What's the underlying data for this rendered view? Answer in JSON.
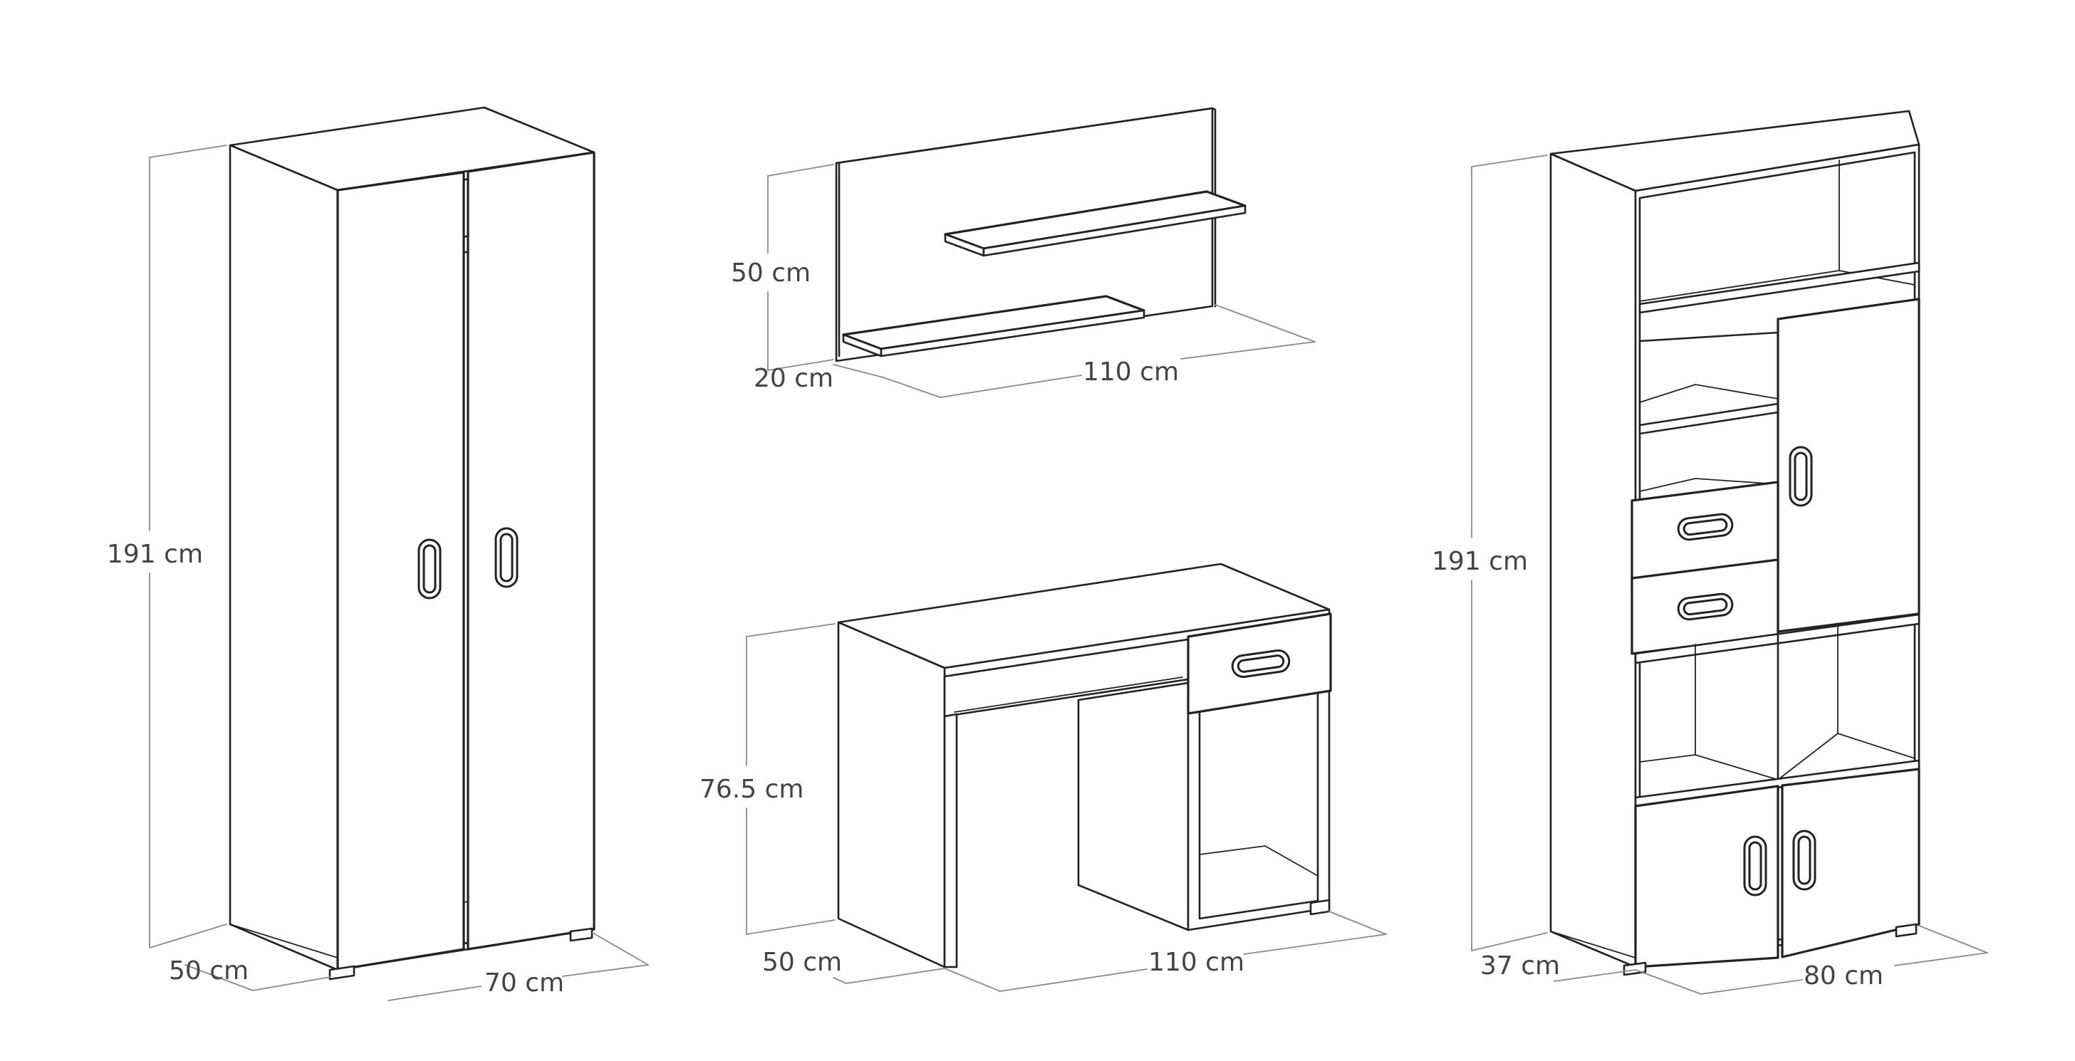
{
  "labels": {
    "wardrobe": {
      "height": "191 cm",
      "depth": "50 cm",
      "width": "70 cm"
    },
    "shelf": {
      "height": "50 cm",
      "depth": "20 cm",
      "width": "110 cm"
    },
    "desk": {
      "height": "76.5 cm",
      "depth": "50 cm",
      "width": "110 cm"
    },
    "bookcase": {
      "height": "191 cm",
      "depth": "37 cm",
      "width": "80 cm"
    }
  },
  "colors": {
    "line": "#222222",
    "dimension": "#8a8a8a",
    "text": "#444444"
  }
}
